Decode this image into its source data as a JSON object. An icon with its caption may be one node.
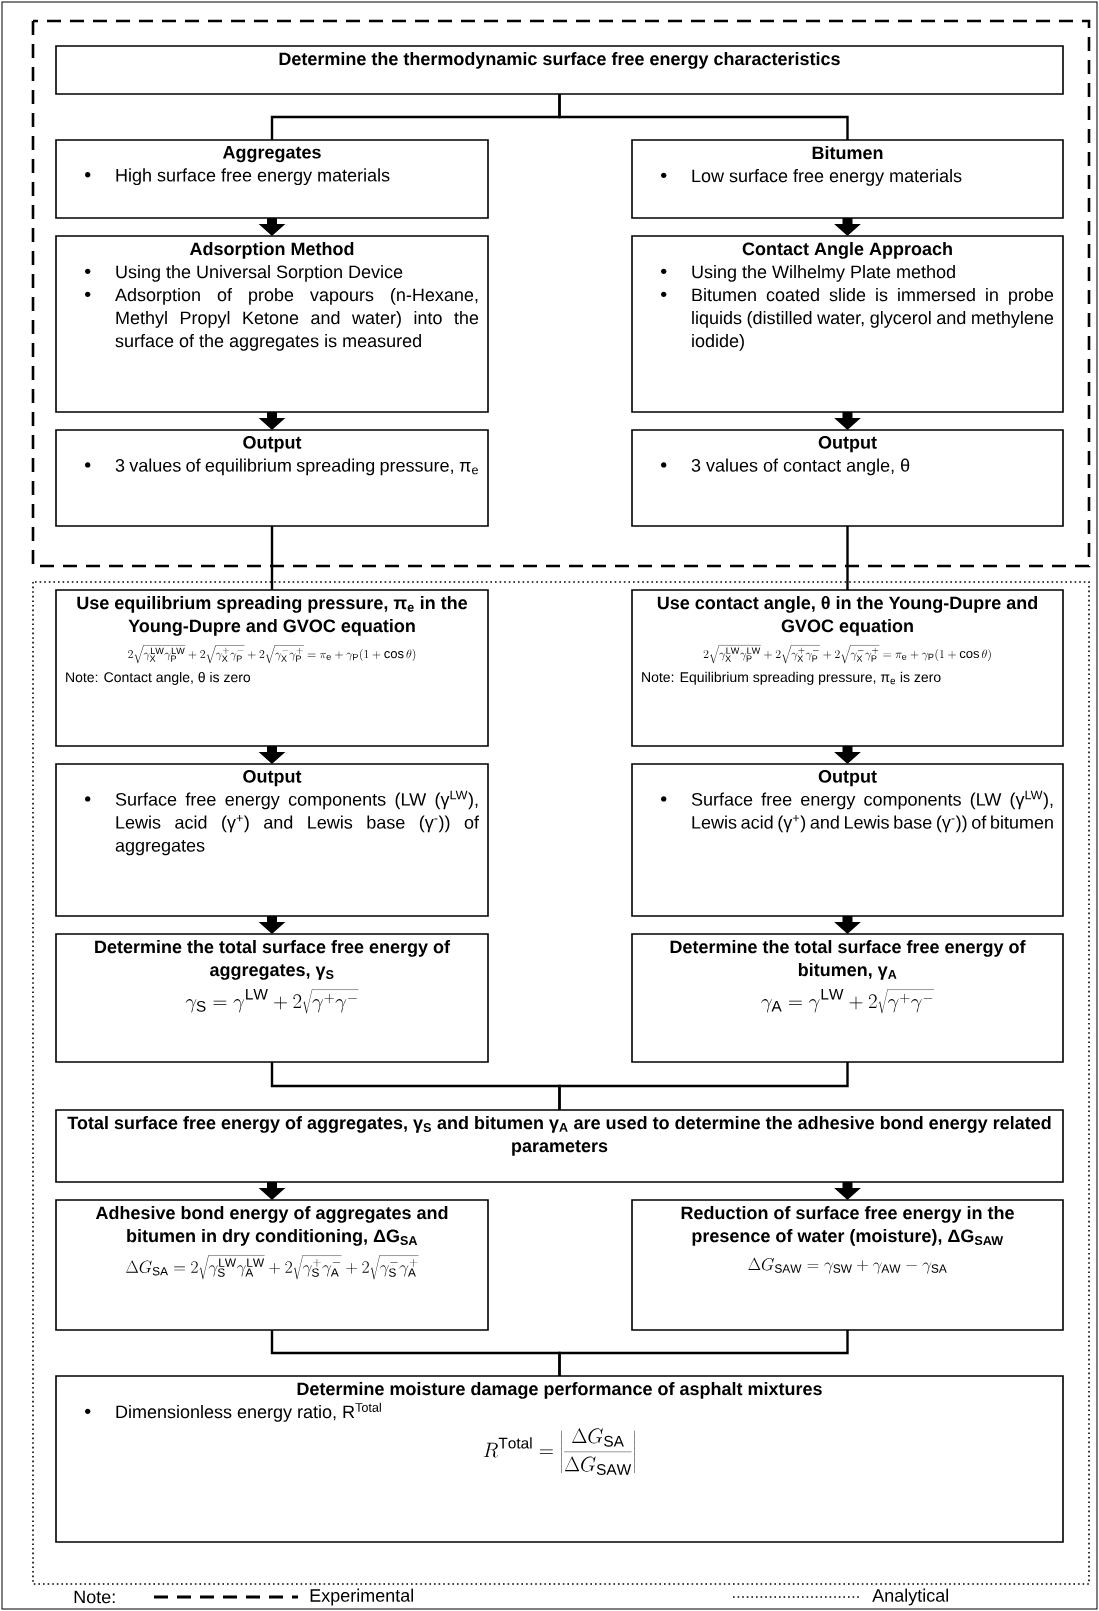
{
  "diagram": {
    "nodes": [
      {
        "text": [
          "Determine the thermodynamic surface free energy characteristics"
        ]
      },
      {
        "text": [
          "Aggregates",
          "High surface free energy materials"
        ]
      },
      {
        "text": [
          "Bitumen",
          "Low surface free energy materials"
        ]
      },
      {
        "text": [
          "Adsorption Method",
          "Using the Universal Sorption Device",
          "Adsorption of probe vapours (n-Hexane, Methyl Propyl Ketone and water) into the surface of the aggregates is measured"
        ]
      },
      {
        "text": [
          "Contact Angle Approach",
          "Using the Wilhelmy Plate method",
          "Bitumen coated slide is immersed in probe liquids (distilled water, glycerol and methylene iodide)"
        ]
      },
      {
        "text": [
          "Output",
          "3 values of equilibrium spreading pressure, π$_{e}$"
        ]
      },
      {
        "text": [
          "Output",
          "3 values of contact angle, θ"
        ]
      },
      {
        "text": [
          "Use equilibrium spreading pressure, π$_{e}$ in the Young-Dupre and GVOC equation",
          "2\\sqrt{\\gamma_{\\mathrm{X}}^{\\mathrm{LW}}\\gamma_{\\mathrm{P}}^{\\mathrm{LW}}}+2\\sqrt{\\gamma_{\\mathrm{X}}^{+}\\gamma_{\\mathrm{P}}^{-}}+2\\sqrt{\\gamma_{\\mathrm{X}}^{-}\\gamma_{\\mathrm{P}}^{+}}=\\pi_{\\mathrm{e}}+\\gamma_{\\mathrm{P}}(1+\\cos\\theta)",
          "Note: Contact angle, θ is zero"
        ]
      },
      {
        "text": [
          "Use contact angle, θ in the Young-Dupre and GVOC equation",
          "2\\sqrt{\\gamma_{\\mathrm{X}}^{\\mathrm{LW}}\\gamma_{\\mathrm{P}}^{\\mathrm{LW}}}+2\\sqrt{\\gamma_{\\mathrm{X}}^{+}\\gamma_{\\mathrm{P}}^{-}}+2\\sqrt{\\gamma_{\\mathrm{X}}^{-}\\gamma_{\\mathrm{P}}^{+}}=\\pi_{\\mathrm{e}}+\\gamma_{\\mathrm{P}}(1+\\cos\\theta)",
          "Note: Equilibrium spreading pressure, π$_{e}$ is zero"
        ]
      },
      {
        "text": [
          "Output",
          "Surface free energy components (LW (γ$^{LW}$), Lewis acid (γ$^{+}$) and Lewis base (γ$^{-}$)) of aggregates"
        ]
      },
      {
        "text": [
          "Output",
          "Surface free energy components (LW (γ$^{LW}$), Lewis acid (γ$^{+}$) and Lewis base (γ$^{-}$)) of bitumen"
        ]
      },
      {
        "text": [
          "Determine the total surface free energy of aggregates, γ$_{S}$",
          "\\gamma_{\\mathrm{S}}=\\gamma^{\\mathrm{LW}}+2\\sqrt{\\gamma^{+}\\gamma^{-}}"
        ]
      },
      {
        "text": [
          "Determine the total surface free energy of bitumen, γ$_{A}$",
          "\\gamma_{\\mathrm{A}}=\\gamma^{\\mathrm{LW}}+2\\sqrt{\\gamma^{+}\\gamma^{-}}"
        ]
      },
      {
        "text": [
          "Total surface free energy of aggregates, γ$_{S}$ and bitumen γ$_{A}$ are used to determine the adhesive bond energy related parameters"
        ]
      },
      {
        "text": [
          "Adhesive bond energy of aggregates and bitumen in dry conditioning, ΔG$_{SA}$",
          "\\Delta G_{\\mathrm{SA}}=2\\sqrt{\\gamma_{\\mathrm{S}}^{\\mathrm{LW}}\\gamma_{\\mathrm{A}}^{\\mathrm{LW}}}+2\\sqrt{\\gamma_{\\mathrm{S}}^{+}\\gamma_{\\mathrm{A}}^{-}}+2\\sqrt{\\gamma_{\\mathrm{S}}^{-}\\gamma_{\\mathrm{A}}^{+}}"
        ]
      },
      {
        "text": [
          "Reduction of surface free energy in the presence of water (moisture), ΔG$_{SAW}$",
          "\\Delta G_{\\mathrm{SAW}}=\\gamma_{\\mathrm{SW}}+\\gamma_{\\mathrm{AW}}-\\gamma_{\\mathrm{SA}}"
        ]
      },
      {
        "text": [
          "Determine moisture damage performance of asphalt mixtures",
          "Dimensionless energy ratio, R$^{Total}$",
          "R^{\\mathrm{Total}}=\\left|\\frac{\\Delta G_{\\mathrm{SA}}}{\\Delta G_{\\mathrm{SAW}}}\\right|"
        ]
      }
    ],
    "edges": [
      {
        "from": 0,
        "to": 1,
        "arrow": "none"
      },
      {
        "from": 0,
        "to": 2,
        "arrow": "none"
      },
      {
        "from": 1,
        "to": 3,
        "arrow": "to"
      },
      {
        "from": 2,
        "to": 4,
        "arrow": "to"
      },
      {
        "from": 3,
        "to": 5,
        "arrow": "to"
      },
      {
        "from": 4,
        "to": 6,
        "arrow": "to"
      },
      {
        "from": 5,
        "to": 7,
        "arrow": "none"
      },
      {
        "from": 6,
        "to": 8,
        "arrow": "none"
      },
      {
        "from": 7,
        "to": 9,
        "arrow": "to"
      },
      {
        "from": 8,
        "to": 10,
        "arrow": "to"
      },
      {
        "from": 9,
        "to": 11,
        "arrow": "to"
      },
      {
        "from": 10,
        "to": 12,
        "arrow": "to"
      },
      {
        "from": 11,
        "to": 13,
        "arrow": "none"
      },
      {
        "from": 12,
        "to": 13,
        "arrow": "none"
      },
      {
        "from": 13,
        "to": 14,
        "arrow": "to"
      },
      {
        "from": 13,
        "to": 15,
        "arrow": "to"
      },
      {
        "from": 14,
        "to": 16,
        "arrow": "none"
      },
      {
        "from": 15,
        "to": 16,
        "arrow": "none"
      }
    ],
    "labels": [
      "Note:"
    ],
    "legend": [
      {
        "text": "Experimental"
      },
      {
        "text": "Analytical"
      }
    ]
  }
}
